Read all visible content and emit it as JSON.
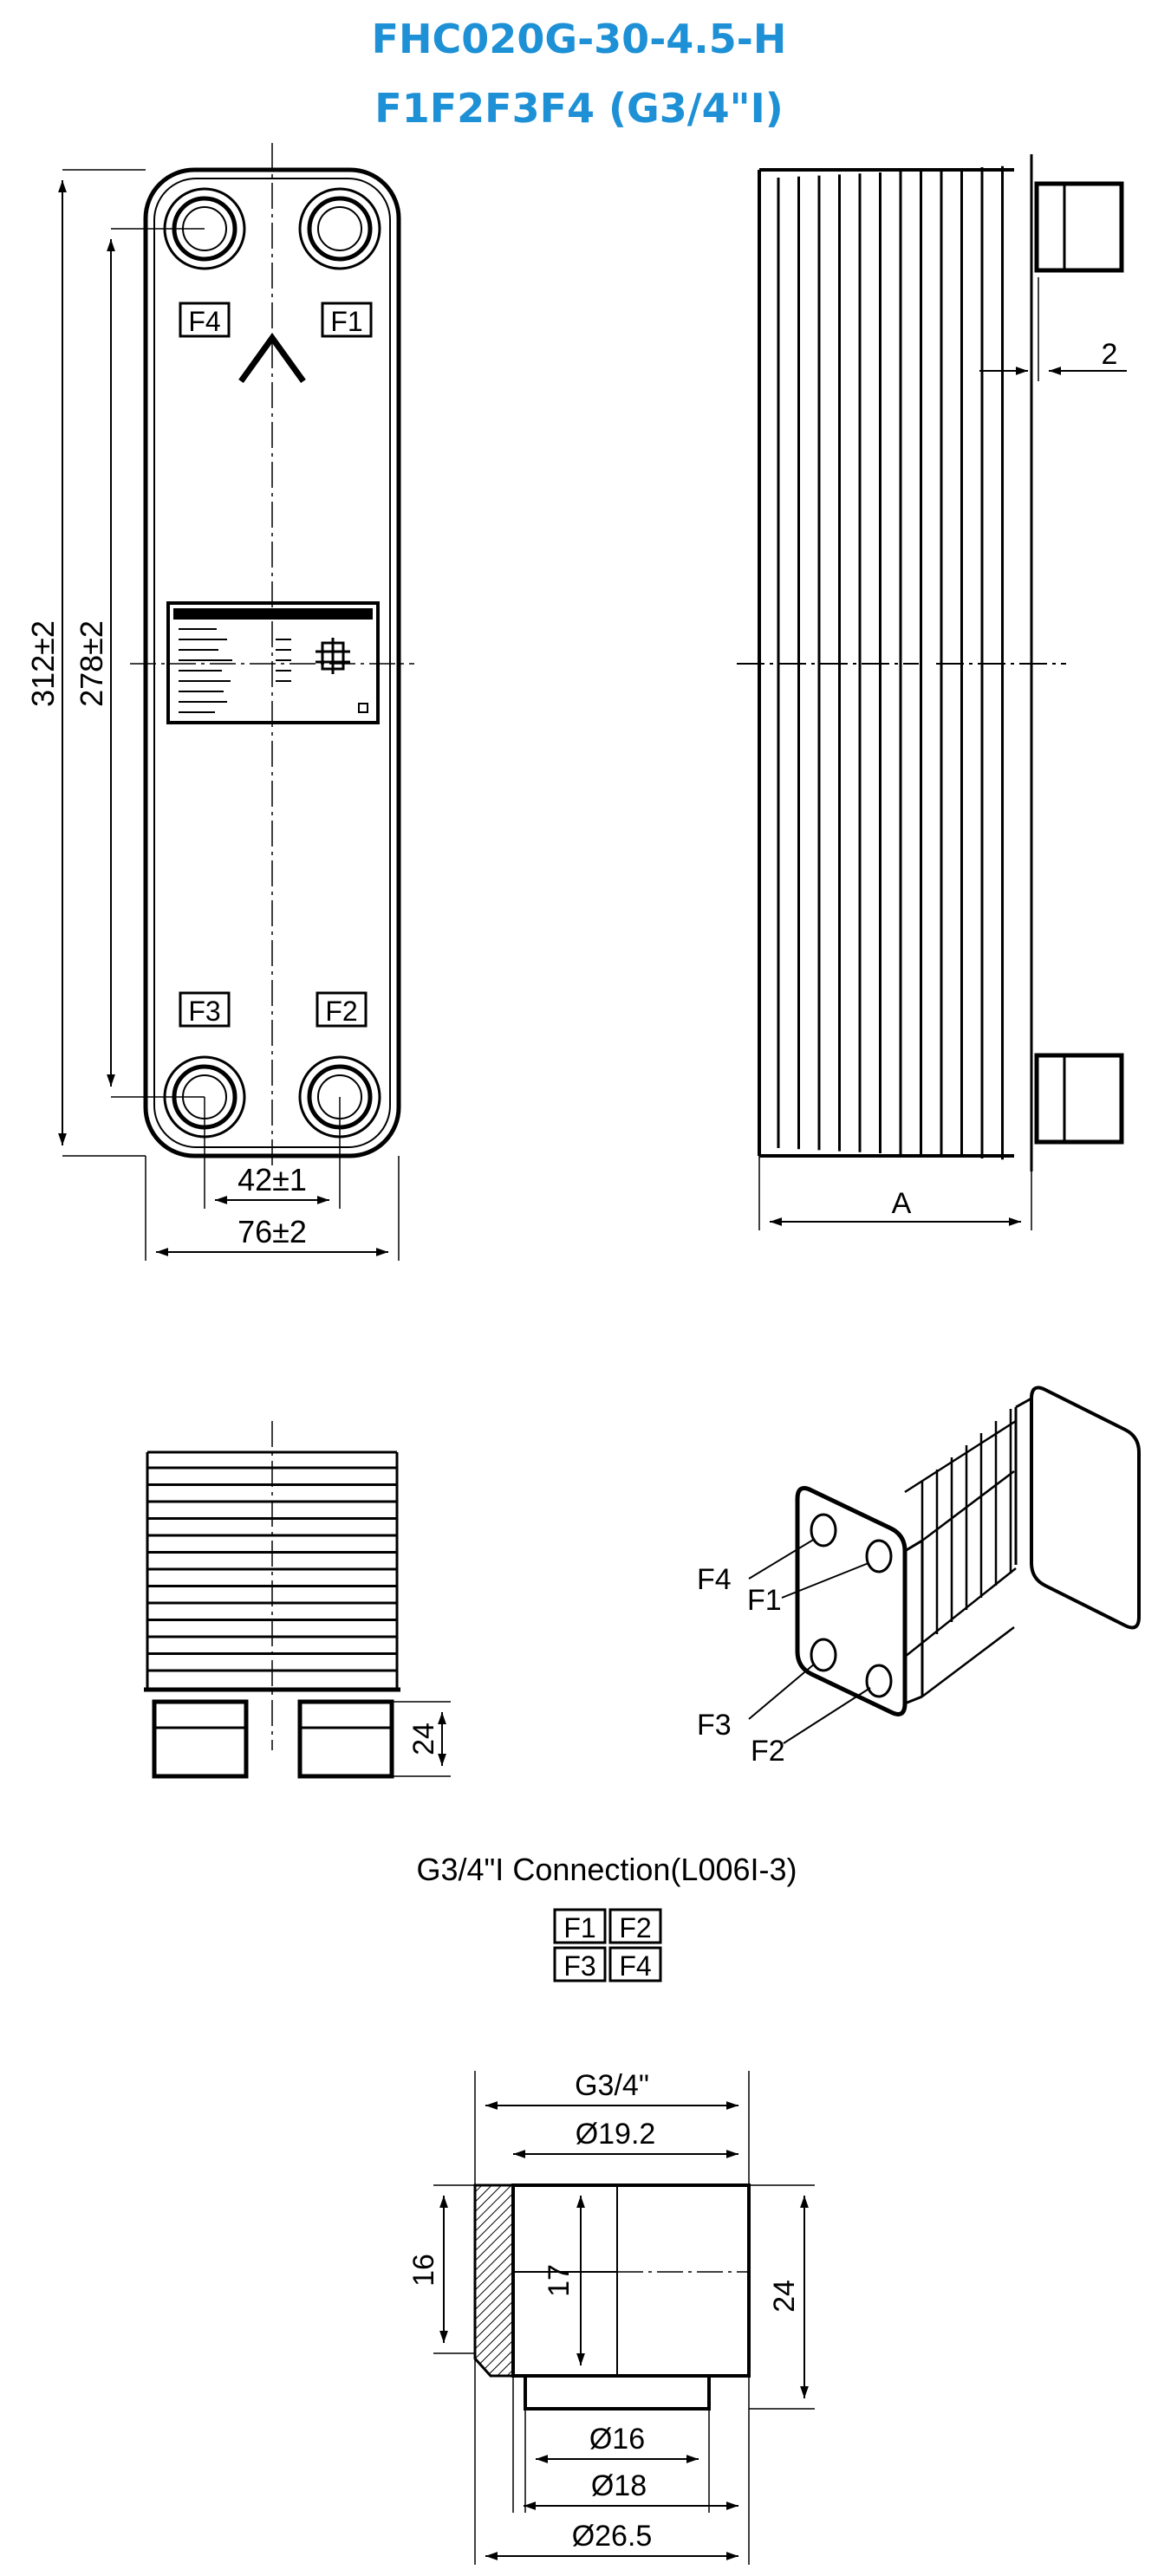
{
  "header": {
    "title": "FHC020G-30-4.5-H",
    "subtitle": "F1F2F3F4 (G3/4\"I)"
  },
  "front_view": {
    "port_labels": {
      "top_left": "F4",
      "top_right": "F1",
      "bottom_left": "F3",
      "bottom_right": "F2"
    },
    "dimensions": {
      "total_height": "312±2",
      "port_spacing_vertical": "278±2",
      "port_spacing_horizontal": "42±1",
      "total_width": "76±2"
    }
  },
  "side_view": {
    "dimensions": {
      "offset": "2",
      "pack_length": "A"
    }
  },
  "iso_view": {
    "labels": [
      "F4",
      "F1",
      "F3",
      "F2"
    ]
  },
  "bottom_view": {
    "dimensions": {
      "connection_height": "24"
    }
  },
  "connection": {
    "title": "G3/4\"I Connection(L006I-3)",
    "ports": [
      "F1",
      "F2",
      "F3",
      "F4"
    ],
    "dimensions": {
      "thread": "G3/4\"",
      "bore": "Ø19.2",
      "thread_depth": "16",
      "bore_depth": "17",
      "height": "24",
      "inner_diameter": "Ø16",
      "neck_diameter": "Ø18",
      "outer_diameter": "Ø26.5"
    }
  }
}
